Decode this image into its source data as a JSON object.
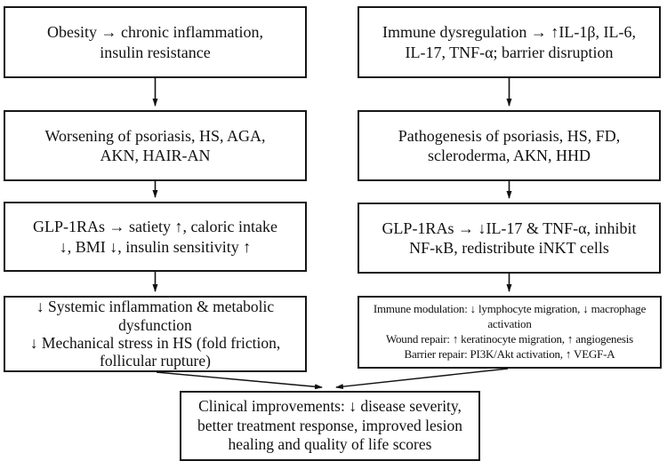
{
  "figure": {
    "type": "flowchart",
    "background_color": "#ffffff",
    "line_color": "#111111",
    "text_color": "#111111"
  },
  "flowchart": {
    "left_column": [
      "Obesity → chronic inflammation,\ninsulin resistance",
      "Worsening of psoriasis, HS, AGA,\nAKN, HAIR-AN",
      "GLP-1RAs → satiety ↑, caloric intake\n↓, BMI ↓, insulin sensitivity ↑",
      "↓ Systemic inflammation & metabolic\ndysfunction\n↓ Mechanical stress in HS (fold friction,\nfollicular rupture)"
    ],
    "right_column": [
      "Immune dysregulation → ↑IL-1β, IL-6,\nIL-17, TNF-α; barrier disruption",
      "Pathogenesis of psoriasis, HS, FD,\nscleroderma, AKN, HHD",
      "GLP-1RAs → ↓IL-17 & TNF-α, inhibit\nNF-κB, redistribute iNKT cells",
      "Immune modulation: ↓ lymphocyte migration, ↓ macrophage\nactivation\nWound repair: ↑ keratinocyte migration, ↑ angiogenesis\nBarrier repair: PI3K/Akt activation, ↑ VEGF-A"
    ],
    "outcome": "Clinical improvements: ↓ disease severity,\nbetter treatment response, improved lesion\nhealing and quality of life scores"
  }
}
